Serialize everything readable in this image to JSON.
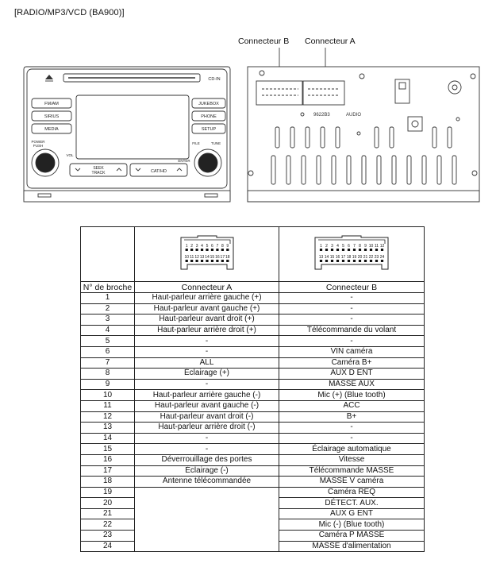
{
  "title": "[RADIO/MP3/VCD (BA900)]",
  "callouts": {
    "b": "Connecteur B",
    "a": "Connecteur A"
  },
  "front_panel": {
    "buttons": {
      "fm_am": "FM/AM",
      "sirius": "SIRIUS",
      "media": "MEDIA",
      "jukebox": "JUKEBOX",
      "phone": "PHONE",
      "setup": "SETUP",
      "file": "FILE",
      "tune": "TUNE",
      "enter": "ENTER",
      "power": "POWER",
      "push": "PUSH",
      "vol": "VOL",
      "seek": "SEEK",
      "track": "TRACK",
      "cat_hd": "CAT/HD",
      "cd_in": "CD-IN"
    }
  },
  "rear_panel": {
    "barcode_text": "AUDIO",
    "model_text": "9622B3"
  },
  "table": {
    "header": [
      "N° de broche",
      "Connecteur A",
      "Connecteur B"
    ],
    "connector_a_pins": {
      "top": [
        "1",
        "2",
        "3",
        "4",
        "5",
        "6",
        "7",
        "8",
        "9"
      ],
      "bottom": [
        "10",
        "11",
        "12",
        "13",
        "14",
        "15",
        "16",
        "17",
        "18"
      ]
    },
    "connector_b_pins": {
      "top": [
        "1",
        "2",
        "3",
        "4",
        "5",
        "6",
        "7",
        "8",
        "9",
        "10",
        "11",
        "12"
      ],
      "bottom": [
        "13",
        "14",
        "15",
        "16",
        "17",
        "18",
        "19",
        "20",
        "21",
        "22",
        "23",
        "24"
      ]
    },
    "rows": [
      [
        "1",
        "Haut-parleur arrière gauche (+)",
        "-"
      ],
      [
        "2",
        "Haut-parleur avant gauche (+)",
        "-"
      ],
      [
        "3",
        "Haut-parleur avant droit (+)",
        "-"
      ],
      [
        "4",
        "Haut-parleur arrière droit (+)",
        "Télécommande du volant"
      ],
      [
        "5",
        "-",
        "-"
      ],
      [
        "6",
        "-",
        "VIN caméra"
      ],
      [
        "7",
        "ALL",
        "Caméra B+"
      ],
      [
        "8",
        "Éclairage (+)",
        "AUX D ENT"
      ],
      [
        "9",
        "-",
        "MASSE AUX"
      ],
      [
        "10",
        "Haut-parleur arrière gauche (-)",
        "Mic (+) (Blue tooth)"
      ],
      [
        "11",
        "Haut-parleur avant gauche (-)",
        "ACC"
      ],
      [
        "12",
        "Haut-parleur avant droit (-)",
        "B+"
      ],
      [
        "13",
        "Haut-parleur arrière droit (-)",
        "-"
      ],
      [
        "14",
        "-",
        "-"
      ],
      [
        "15",
        "-",
        "Éclairage automatique"
      ],
      [
        "16",
        "Déverrouillage des portes",
        "Vitesse"
      ],
      [
        "17",
        "Éclairage (-)",
        "Télécommande MASSE"
      ],
      [
        "18",
        "Antenne télécommandée",
        "MASSE V caméra"
      ],
      [
        "19",
        "",
        "Caméra REQ"
      ],
      [
        "20",
        "",
        "DÉTECT. AUX."
      ],
      [
        "21",
        "",
        "AUX G ENT"
      ],
      [
        "22",
        "",
        "Mic (-) (Blue tooth)"
      ],
      [
        "23",
        "",
        "Caméra P MASSE"
      ],
      [
        "24",
        "",
        "MASSE d'alimentation"
      ]
    ]
  }
}
